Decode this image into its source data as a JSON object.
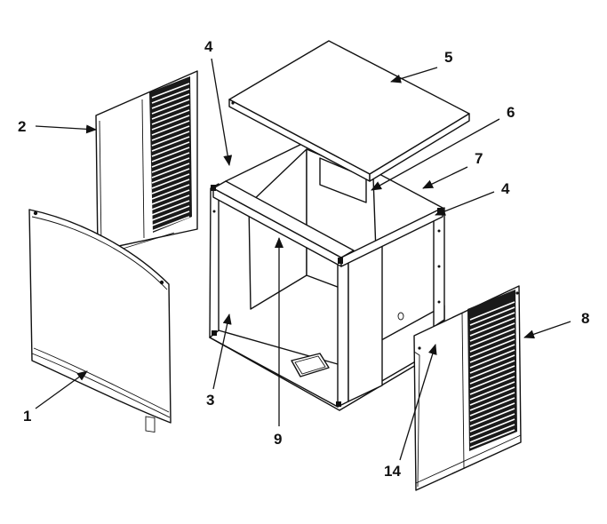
{
  "callouts": {
    "c1": "1",
    "c2": "2",
    "c3": "3",
    "c4a": "4",
    "c4b": "4",
    "c5": "5",
    "c6": "6",
    "c7": "7",
    "c8": "8",
    "c9": "9",
    "c14": "14"
  },
  "colors": {
    "line": "#111111",
    "fill": "#ffffff",
    "grille": "#1a1a1a"
  }
}
